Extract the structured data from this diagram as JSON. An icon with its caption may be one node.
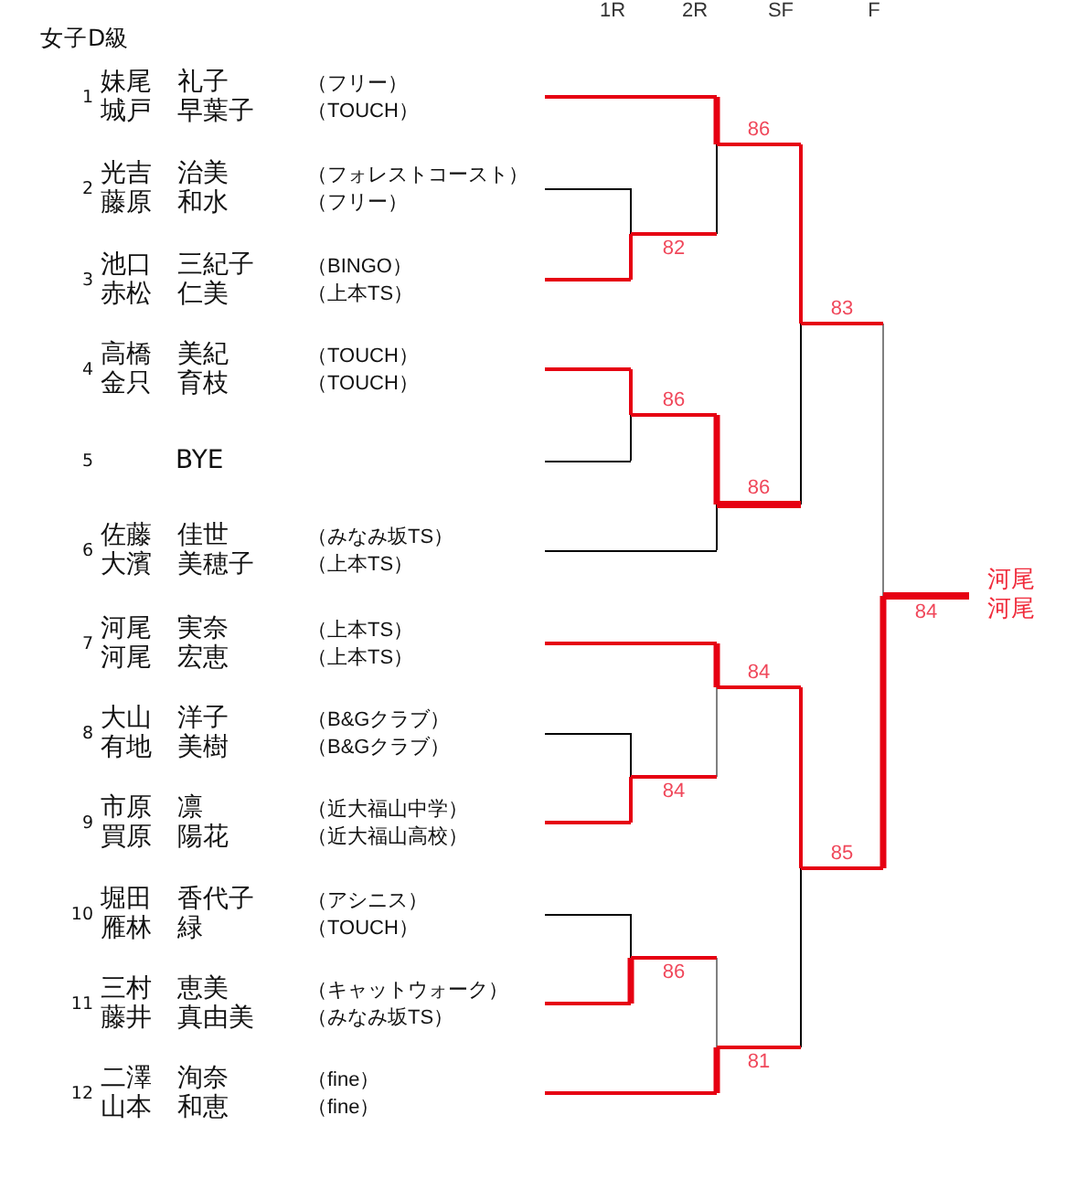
{
  "diagram": {
    "title": "女子D級",
    "nodes": [
      {
        "text": [
          "1",
          "妹尾　礼子",
          "城戸　早葉子",
          "（フリー）",
          "（TOUCH）"
        ]
      },
      {
        "text": [
          "2",
          "光吉　治美",
          "藤原　和水",
          "（フォレストコースト）",
          "（フリー）"
        ]
      },
      {
        "text": [
          "3",
          "池口　三紀子",
          "赤松　仁美",
          "（BINGO）",
          "（上本TS）"
        ]
      },
      {
        "text": [
          "4",
          "高橋　美紀",
          "金只　育枝",
          "（TOUCH）",
          "（TOUCH）"
        ]
      },
      {
        "text": [
          "5",
          "BYE"
        ]
      },
      {
        "text": [
          "6",
          "佐藤　佳世",
          "大濱　美穂子",
          "（みなみ坂TS）",
          "（上本TS）"
        ]
      },
      {
        "text": [
          "7",
          "河尾　実奈",
          "河尾　宏恵",
          "（上本TS）",
          "（上本TS）"
        ]
      },
      {
        "text": [
          "8",
          "大山　洋子",
          "有地　美樹",
          "（B&Gクラブ）",
          "（B&Gクラブ）"
        ]
      },
      {
        "text": [
          "9",
          "市原　凛",
          "買原　陽花",
          "（近大福山中学）",
          "（近大福山高校）"
        ]
      },
      {
        "text": [
          "10",
          "堀田　香代子",
          "雁林　緑",
          "（アシニス）",
          "（TOUCH）"
        ]
      },
      {
        "text": [
          "11",
          "三村　恵美",
          "藤井　真由美",
          "（キャットウォーク）",
          "（みなみ坂TS）"
        ]
      },
      {
        "text": [
          "12",
          "二澤　洵奈",
          "山本　和恵",
          "（fine）",
          "（fine）"
        ]
      },
      {
        "text": [
          "82"
        ]
      },
      {
        "text": [
          "86"
        ]
      },
      {
        "text": [
          "84"
        ]
      },
      {
        "text": [
          "86"
        ]
      },
      {
        "text": [
          "86"
        ]
      },
      {
        "text": [
          "86"
        ]
      },
      {
        "text": [
          "84"
        ]
      },
      {
        "text": [
          "81"
        ]
      },
      {
        "text": [
          "83"
        ]
      },
      {
        "text": [
          "85"
        ]
      },
      {
        "text": [
          "84"
        ],
        "beside": [
          "河尾",
          "河尾"
        ]
      }
    ],
    "edges": [
      {
        "from": 0,
        "to": 16,
        "arrow": "none",
        "color": "#e60012",
        "style": "thick"
      },
      {
        "from": 1,
        "to": 12,
        "arrow": "none",
        "color": "#000000"
      },
      {
        "from": 2,
        "to": 12,
        "arrow": "none",
        "color": "#e60012"
      },
      {
        "from": 12,
        "to": 16,
        "arrow": "none",
        "color": "#000000"
      },
      {
        "from": 3,
        "to": 13,
        "arrow": "none",
        "color": "#e60012"
      },
      {
        "from": 4,
        "to": 13,
        "arrow": "none",
        "color": "#000000"
      },
      {
        "from": 13,
        "to": 17,
        "arrow": "none",
        "color": "#e60012",
        "style": "thick"
      },
      {
        "from": 5,
        "to": 17,
        "arrow": "none",
        "color": "#000000"
      },
      {
        "from": 16,
        "to": 20,
        "arrow": "none",
        "color": "#e60012"
      },
      {
        "from": 17,
        "to": 20,
        "arrow": "none",
        "color": "#000000"
      },
      {
        "from": 6,
        "to": 18,
        "arrow": "none",
        "color": "#e60012",
        "style": "thick"
      },
      {
        "from": 7,
        "to": 14,
        "arrow": "none",
        "color": "#000000"
      },
      {
        "from": 8,
        "to": 14,
        "arrow": "none",
        "color": "#e60012"
      },
      {
        "from": 14,
        "to": 18,
        "arrow": "none",
        "color": "#808080"
      },
      {
        "from": 9,
        "to": 15,
        "arrow": "none",
        "color": "#000000"
      },
      {
        "from": 10,
        "to": 15,
        "arrow": "none",
        "color": "#e60012",
        "style": "thick"
      },
      {
        "from": 15,
        "to": 19,
        "arrow": "none",
        "color": "#808080"
      },
      {
        "from": 11,
        "to": 19,
        "arrow": "none",
        "color": "#e60012",
        "style": "thick"
      },
      {
        "from": 18,
        "to": 21,
        "arrow": "none",
        "color": "#e60012"
      },
      {
        "from": 19,
        "to": 21,
        "arrow": "none",
        "color": "#000000"
      },
      {
        "from": 20,
        "to": 22,
        "arrow": "none",
        "color": "#808080"
      },
      {
        "from": 21,
        "to": 22,
        "arrow": "none",
        "color": "#e60012",
        "style": "thick"
      }
    ],
    "labels": [
      "1R",
      "2R",
      "SF",
      "F"
    ]
  }
}
